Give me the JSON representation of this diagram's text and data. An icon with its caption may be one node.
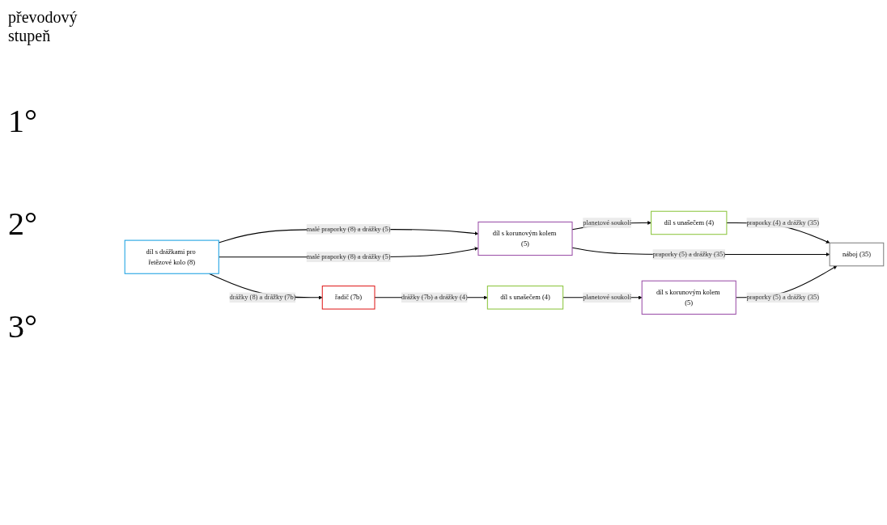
{
  "diagram": {
    "nodes": [
      {
        "text": [
          "díl s drážkami pro řetězové kolo (8)"
        ]
      },
      {
        "text": [
          "díl s korunovým kolem (5)"
        ]
      },
      {
        "text": [
          "díl s unašečem (4)"
        ]
      },
      {
        "text": [
          "náboj (35)"
        ]
      },
      {
        "text": [
          "řadič (7b)"
        ]
      },
      {
        "text": [
          "díl s unašečem (4)"
        ]
      },
      {
        "text": [
          "díl s korunovým kolem (5)"
        ]
      }
    ],
    "edges": [
      {
        "from": 0,
        "to": 1,
        "arrow": "to",
        "label": "malé praporky (8) a drážky (5)"
      },
      {
        "from": 1,
        "to": 2,
        "arrow": "to",
        "label": "planetové soukolí"
      },
      {
        "from": 2,
        "to": 3,
        "arrow": "to",
        "label": "praporky (4) a drážky (35)"
      },
      {
        "from": 0,
        "to": 1,
        "arrow": "to",
        "label": "malé praporky (8) a drážky (5)"
      },
      {
        "from": 1,
        "to": 3,
        "arrow": "to",
        "label": "praporky (5) a drážky (35)"
      },
      {
        "from": 0,
        "to": 4,
        "arrow": "to",
        "label": "drážky (8) a drážky (7b)"
      },
      {
        "from": 4,
        "to": 5,
        "arrow": "to",
        "label": "drážky (7b) a drážky (4)"
      },
      {
        "from": 5,
        "to": 6,
        "arrow": "to",
        "label": "planetové soukolí"
      },
      {
        "from": 6,
        "to": 3,
        "arrow": "to",
        "label": "praporky (5) a drážky (35)"
      }
    ],
    "labels": [
      "převodový stupeň",
      "1°",
      "2°",
      "3°"
    ]
  }
}
